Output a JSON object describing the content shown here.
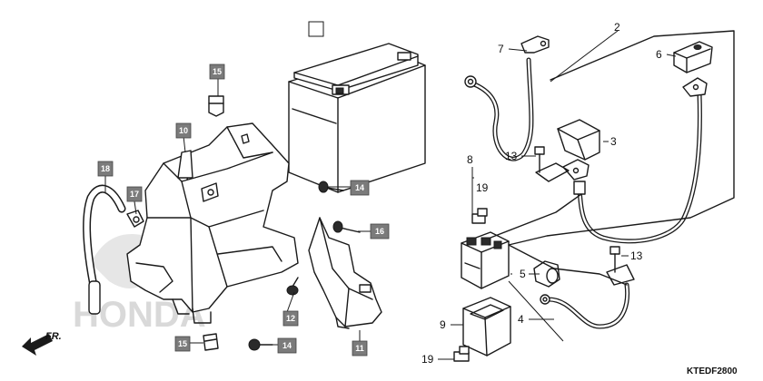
{
  "diagram": {
    "watermark": "HONDA",
    "diagram_code": "KTEDF2800",
    "front_indicator": "FR.",
    "callouts": {
      "c1": "2",
      "c2": "7",
      "c3": "6",
      "c4": "3",
      "c5": "13",
      "c6": "8",
      "c7": "19",
      "c8": "13",
      "c9": "5",
      "c10": "4",
      "c11": "9",
      "c12": "19"
    },
    "boxed_callouts": {
      "b1": "15",
      "b2": "10",
      "b3": "18",
      "b4": "17",
      "b5": "14",
      "b6": "16",
      "b7": "12",
      "b8": "11",
      "b9": "15",
      "b10": "14"
    }
  }
}
